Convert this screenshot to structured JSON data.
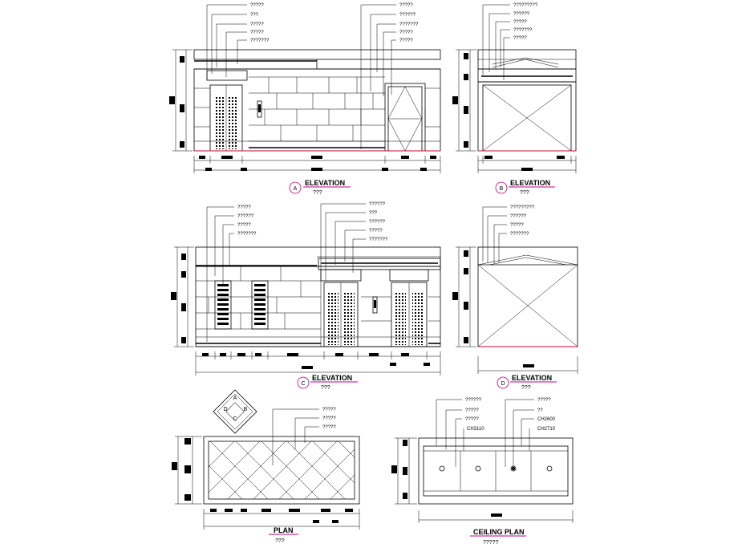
{
  "views": {
    "A": {
      "tag": "A",
      "title": "ELEVATION",
      "subtitle": "???",
      "leaders_left": [
        "?????",
        "???",
        "?????",
        "?????",
        "???????"
      ],
      "leaders_right": [
        "?????",
        "??????",
        "???????",
        "?????",
        "?????"
      ]
    },
    "B": {
      "tag": "B",
      "title": "ELEVATION",
      "subtitle": "???",
      "leaders": [
        "?????????",
        "??????",
        "?????",
        "???????",
        "?????"
      ]
    },
    "C": {
      "tag": "C",
      "title": "ELEVATION",
      "subtitle": "???",
      "leaders_left": [
        "?????",
        "??????",
        "?????",
        "???????"
      ],
      "leaders_right": [
        "??????",
        "???",
        "??????",
        "?????",
        "???????"
      ]
    },
    "D": {
      "tag": "D",
      "title": "ELEVATION",
      "subtitle": "???",
      "leaders": [
        "?????????",
        "??????",
        "?????",
        "???????"
      ]
    },
    "plan": {
      "title": "PLAN",
      "subtitle": "???",
      "compass": [
        "A",
        "B",
        "C",
        "D"
      ],
      "leaders": [
        "?????",
        "?????",
        "?????"
      ]
    },
    "ceiling": {
      "title": "CEILING PLAN",
      "subtitle": "?????",
      "leaders_left": [
        "??????",
        "?????",
        "?????",
        "CH3110"
      ],
      "leaders_right": [
        "?????",
        "??",
        "CH2600",
        "CH2710"
      ]
    }
  }
}
